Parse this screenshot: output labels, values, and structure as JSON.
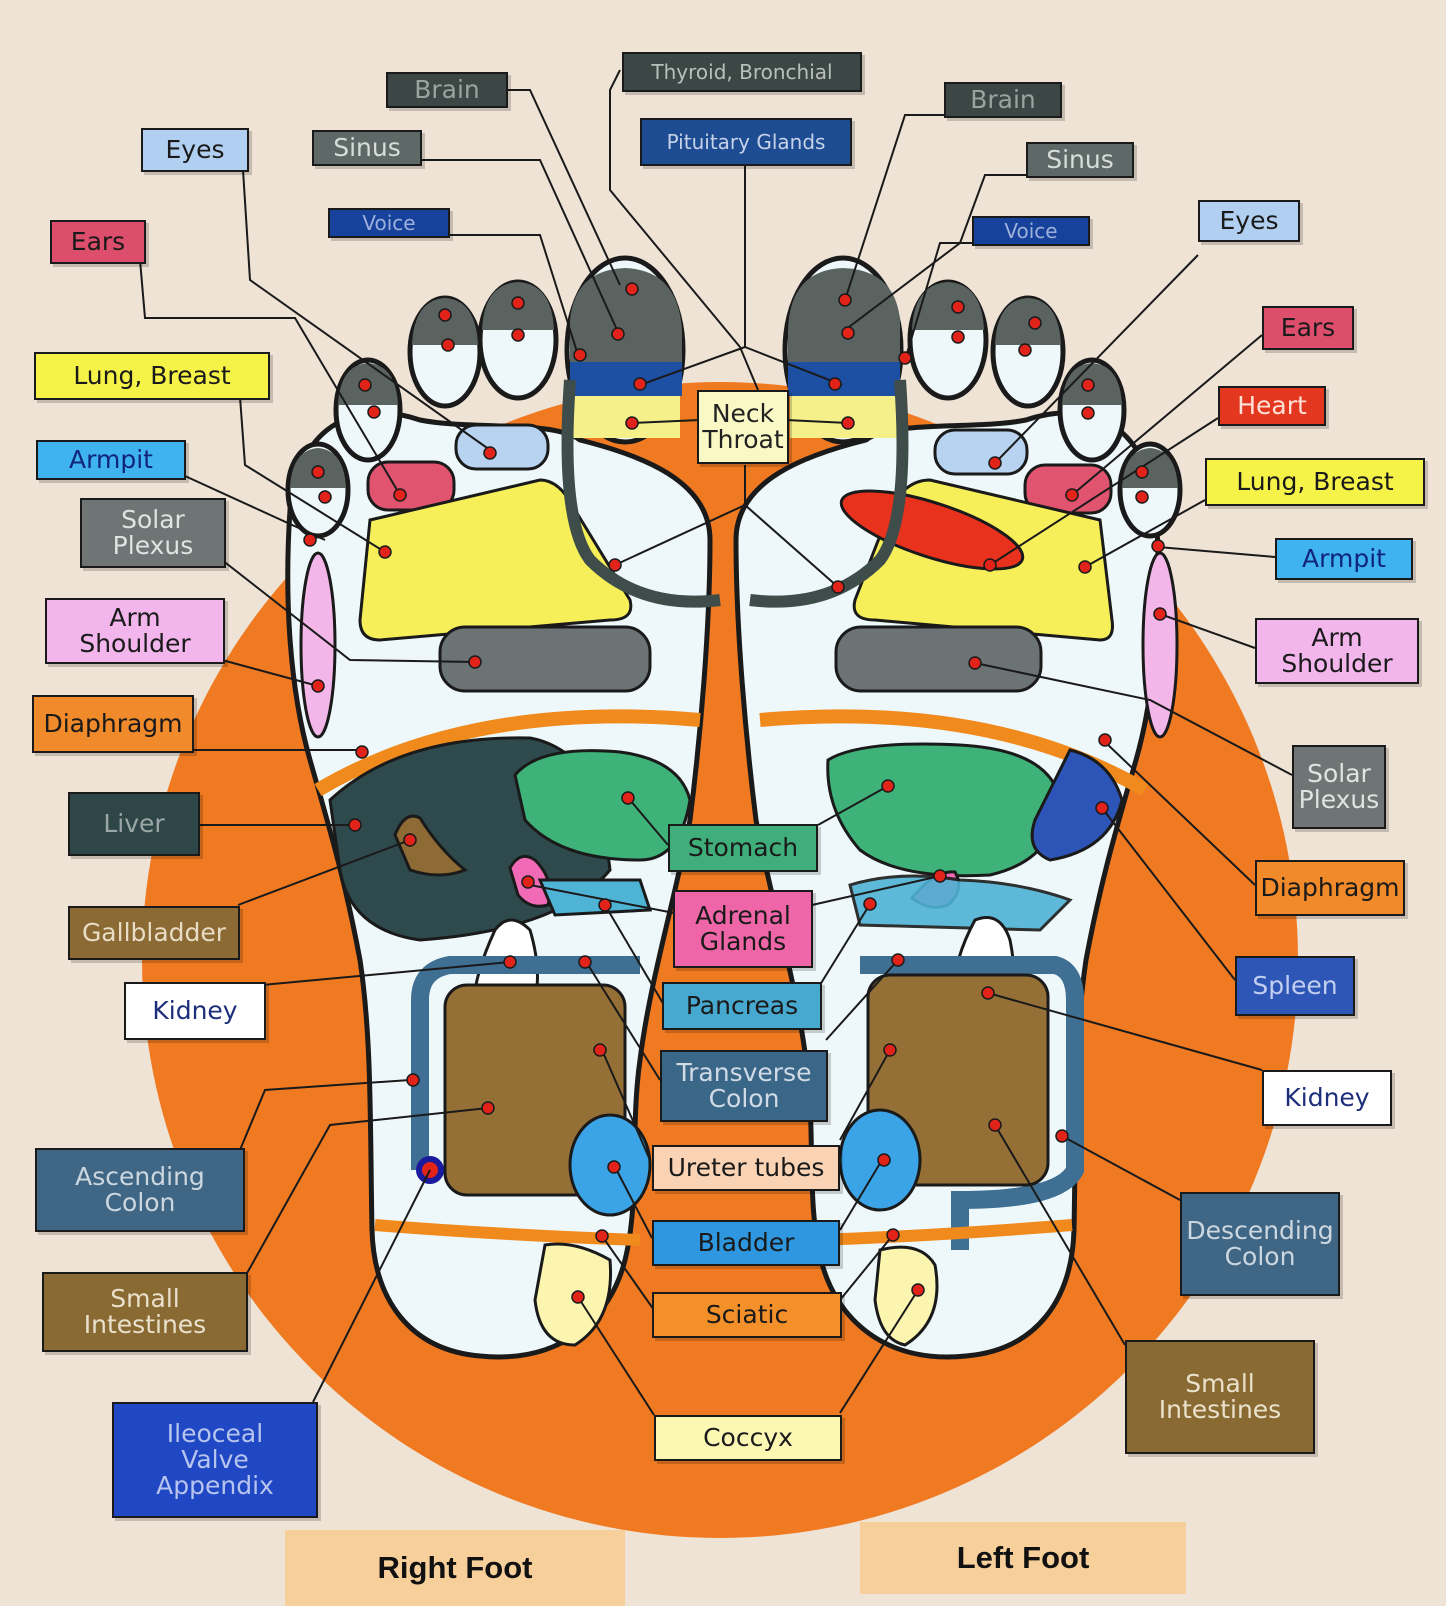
{
  "colors": {
    "background": "#efe3d6",
    "sun": "#f07a22",
    "outline": "#1a1a1a",
    "marker": "#e2231a"
  },
  "labels": {
    "thyroid_bronchial": "Thyroid, Bronchial",
    "pituitary_glands": "Pituitary Glands",
    "neck_throat": "Neck\nThroat",
    "stomach": "Stomach",
    "adrenal_glands": "Adrenal\nGlands",
    "pancreas": "Pancreas",
    "transverse_colon": "Transverse\nColon",
    "ureter_tubes": "Ureter tubes",
    "bladder": "Bladder",
    "sciatic": "Sciatic",
    "coccyx": "Coccyx",
    "right": {
      "brain": "Brain",
      "sinus": "Sinus",
      "eyes": "Eyes",
      "voice": "Voice",
      "ears": "Ears",
      "lung_breast": "Lung, Breast",
      "armpit": "Armpit",
      "solar_plexus": "Solar\nPlexus",
      "arm_shoulder": "Arm\nShoulder",
      "diaphragm": "Diaphragm",
      "liver": "Liver",
      "gallbladder": "Gallbladder",
      "kidney": "Kidney",
      "ascending_colon": "Ascending\nColon",
      "small_intestines": "Small\nIntestines",
      "ileocecal": "Ileoceal\nValve\nAppendix"
    },
    "left": {
      "brain": "Brain",
      "sinus": "Sinus",
      "voice": "Voice",
      "eyes": "Eyes",
      "ears": "Ears",
      "heart": "Heart",
      "lung_breast": "Lung, Breast",
      "armpit": "Armpit",
      "arm_shoulder": "Arm\nShoulder",
      "solar_plexus": "Solar\nPlexus",
      "diaphragm": "Diaphragm",
      "spleen": "Spleen",
      "kidney": "Kidney",
      "descending_colon": "Descending\nColon",
      "small_intestines": "Small\nIntestines"
    }
  },
  "titles": {
    "right_foot": "Right Foot",
    "left_foot": "Left Foot"
  }
}
